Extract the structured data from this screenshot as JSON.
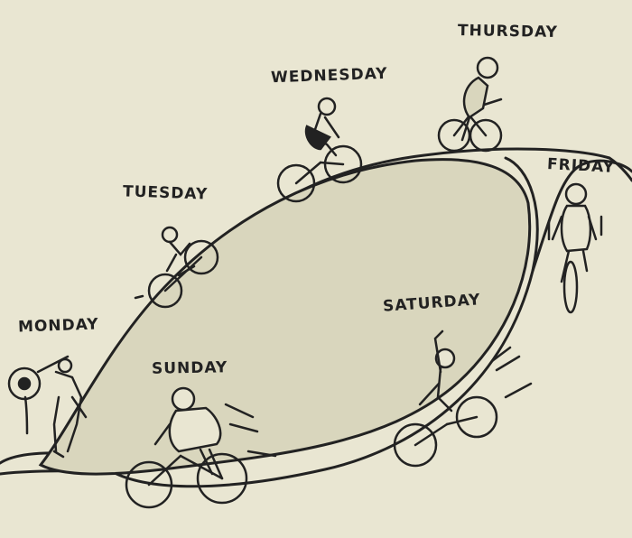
{
  "days": {
    "monday": "MONDAY",
    "tuesday": "TUESDAY",
    "wednesday": "WEDNESDAY",
    "thursday": "THURSDAY",
    "friday": "FRIDAY",
    "saturday": "SATURDAY",
    "sunday": "SUNDAY"
  },
  "colors": {
    "paper": "#e9e6d2",
    "hill_fill": "#d9d6bd",
    "ink": "#222222"
  }
}
